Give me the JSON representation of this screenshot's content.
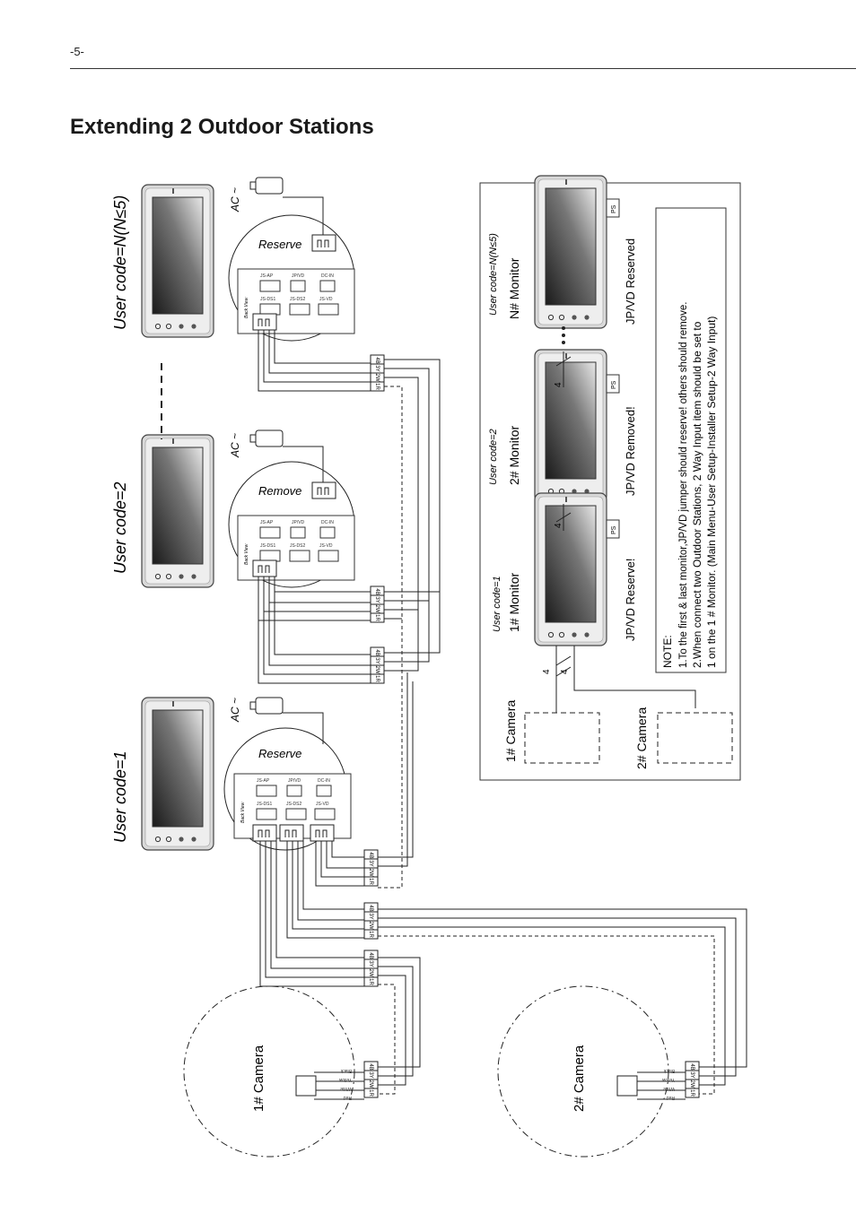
{
  "header": {
    "page_number": "-5-",
    "title": "Extending 2 Outdoor Stations"
  },
  "monitors": [
    {
      "user_code": "User code=1",
      "jumper": "Reserve",
      "power": "AC ~"
    },
    {
      "user_code": "User code=2",
      "jumper": "Remove",
      "power": "AC ~"
    },
    {
      "user_code": "User code=N(N≤5)",
      "jumper": "Reserve",
      "power": "AC ~"
    }
  ],
  "back_view": {
    "label": "Back View",
    "ports": [
      "JS-AP",
      "JP/VD",
      "DC-IN",
      "JS-DS1",
      "JS-DS2",
      "JS-VD"
    ]
  },
  "terminals": [
    "4B",
    "3Y",
    "2W",
    "1R"
  ],
  "camera_wires": [
    "Black",
    "Yellow",
    "White",
    "Red"
  ],
  "cameras": [
    {
      "label": "1# Camera"
    },
    {
      "label": "2# Camera"
    }
  ],
  "inset": {
    "monitors": [
      {
        "user_code": "User code=1",
        "name": "1# Monitor",
        "jumper": "JP/VD Reserve!",
        "ps": "PS"
      },
      {
        "user_code": "User code=2",
        "name": "2# Monitor",
        "jumper": "JP/VD Removed!",
        "ps": "PS"
      },
      {
        "user_code": "User code=N(N≤5)",
        "name": "N# Monitor",
        "jumper": "JP/VD Reserved",
        "ps": "PS"
      }
    ],
    "wire_count": "4",
    "cameras": [
      "1# Camera",
      "2# Camera"
    ],
    "note_title": "NOTE:",
    "note_1": "1.To the first & last monitor,JP/VD jumper should reserve! others should remove.",
    "note_2": "2.When connect two Outdoor Stations, 2 Way Input item should be set to",
    "note_3": "1 on the 1 # Monitor. (Main Menu-User Setup-Installer Setup-2 Way Input)"
  }
}
